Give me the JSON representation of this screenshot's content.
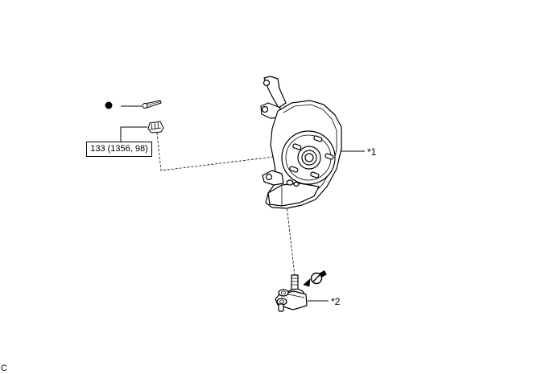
{
  "diagram": {
    "callouts": {
      "knuckle": "*1",
      "ball_joint": "*2"
    },
    "torque_spec": "133 (1356, 98)",
    "corner_code": "C",
    "marks": {
      "new_part": "filled-circle-new-part-mark",
      "no_reuse": "do-not-reuse-icon"
    },
    "colors": {
      "line": "#000000",
      "background": "#ffffff"
    }
  }
}
